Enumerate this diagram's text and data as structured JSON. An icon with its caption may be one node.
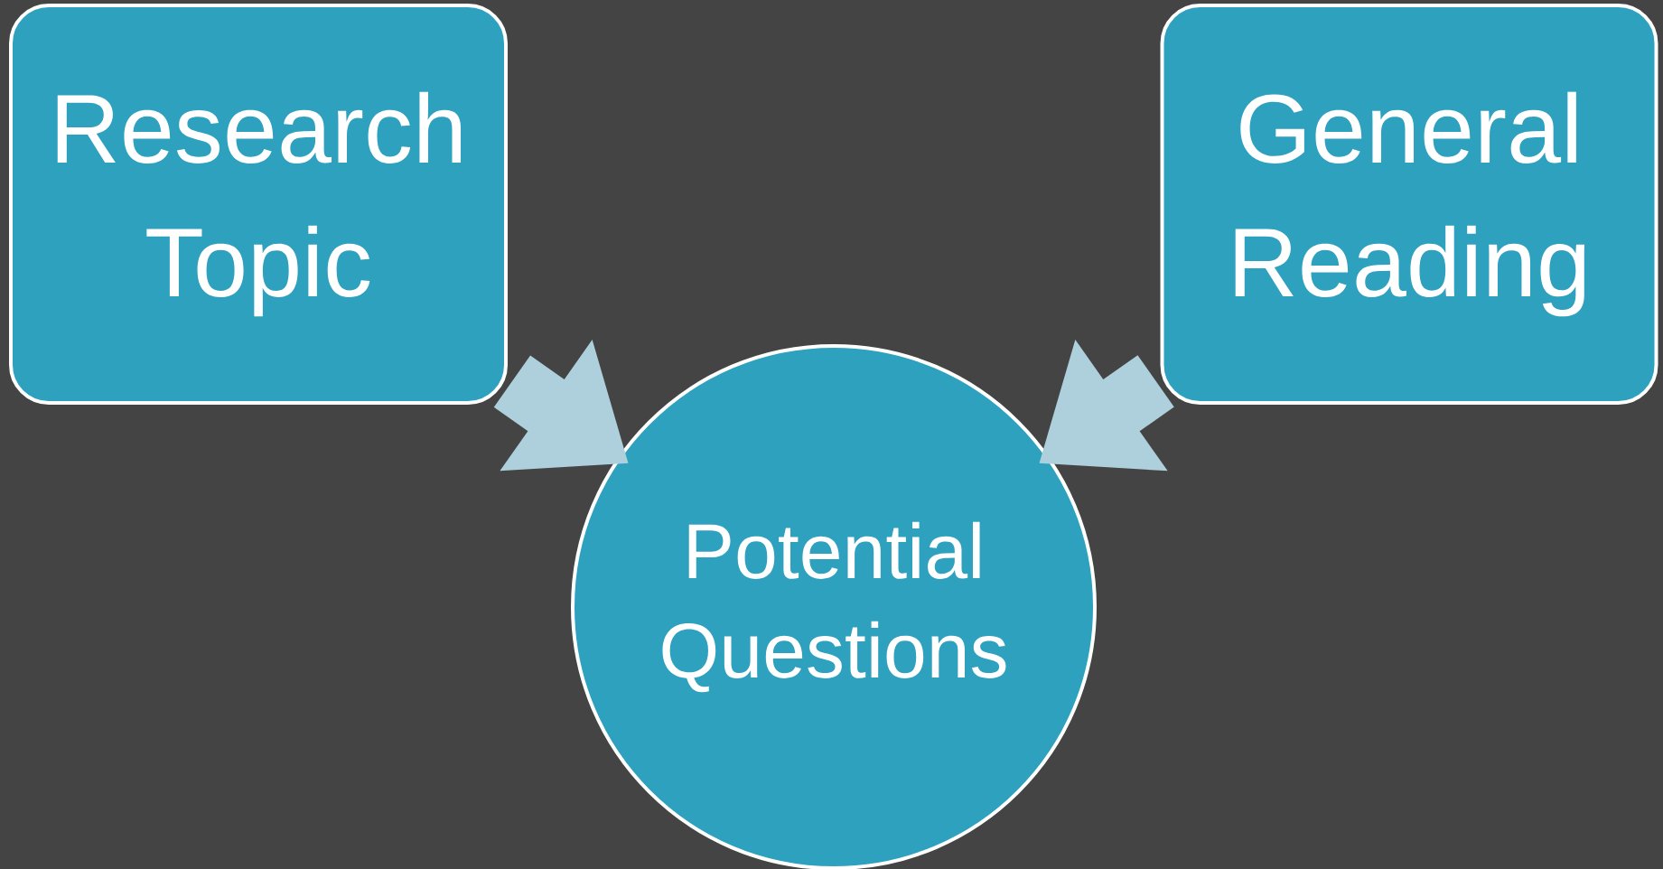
{
  "diagram": {
    "nodes": [
      {
        "text": [
          "Research Topic"
        ]
      },
      {
        "text": [
          "General Reading"
        ]
      },
      {
        "text": [
          "Potential Questions"
        ]
      }
    ],
    "edges": [
      {
        "from": 0,
        "to": 2,
        "arrow": "to"
      },
      {
        "from": 1,
        "to": 2,
        "arrow": "to"
      }
    ]
  }
}
